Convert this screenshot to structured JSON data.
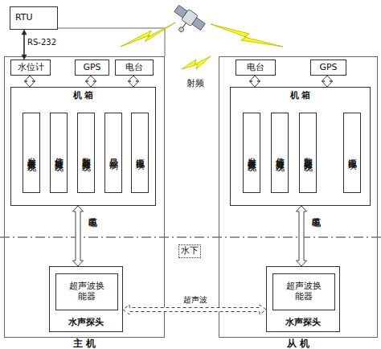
{
  "diagram": {
    "nodes": [
      {
        "text": [
          "RTU"
        ]
      },
      {
        "text": [
          "主 机"
        ]
      },
      {
        "text": [
          "水位计"
        ],
        "in": 1
      },
      {
        "text": [
          "GPS"
        ],
        "in": 1
      },
      {
        "text": [
          "电台"
        ],
        "in": 1
      },
      {
        "text": [
          "机 箱"
        ],
        "in": 1
      },
      {
        "text": [
          "发射接收分系统"
        ],
        "in": 5
      },
      {
        "text": [
          "信号处理分系统"
        ],
        "in": 5
      },
      {
        "text": [
          "数据处理分系统"
        ],
        "in": 5
      },
      {
        "text": [
          "显示控制"
        ],
        "in": 5
      },
      {
        "text": [
          "电源模块"
        ],
        "in": 5
      },
      {
        "text": [
          "水声探头"
        ],
        "in": 1
      },
      {
        "text": [
          "超声波换能器"
        ],
        "in": 11
      },
      {
        "text": [
          "从 机"
        ]
      },
      {
        "text": [
          "电台"
        ],
        "in": 13
      },
      {
        "text": [
          "GPS"
        ],
        "in": 13
      },
      {
        "text": [
          "机 箱"
        ],
        "in": 13
      },
      {
        "text": [
          "发射接收分系统"
        ],
        "in": 16
      },
      {
        "text": [
          "信号处理分系统"
        ],
        "in": 16
      },
      {
        "text": [
          "数据处理分系统"
        ],
        "in": 16
      },
      {
        "text": [
          "电源模块"
        ],
        "in": 16
      },
      {
        "text": [
          "水声探头"
        ],
        "in": 13
      },
      {
        "text": [
          "超声波换能器"
        ],
        "in": 21
      },
      {
        "text": [
          "水下"
        ]
      }
    ],
    "edges": [
      {
        "from": 0,
        "to": 2,
        "arrow": "both",
        "label": "RS-232"
      },
      {
        "from": 2,
        "to": 5,
        "arrow": "both"
      },
      {
        "from": 3,
        "to": 5,
        "arrow": "both"
      },
      {
        "from": 4,
        "to": 5,
        "arrow": "both"
      },
      {
        "from": 5,
        "to": 11,
        "arrow": "both",
        "label": "多芯电缆"
      },
      {
        "from": 14,
        "to": 16,
        "arrow": "both"
      },
      {
        "from": 15,
        "to": 16,
        "arrow": "both"
      },
      {
        "from": 16,
        "to": 21,
        "arrow": "both",
        "label": "多芯电缆"
      },
      {
        "from": 11,
        "to": 21,
        "arrow": "both",
        "label": "超声波"
      }
    ],
    "labels": [
      "射频"
    ]
  }
}
